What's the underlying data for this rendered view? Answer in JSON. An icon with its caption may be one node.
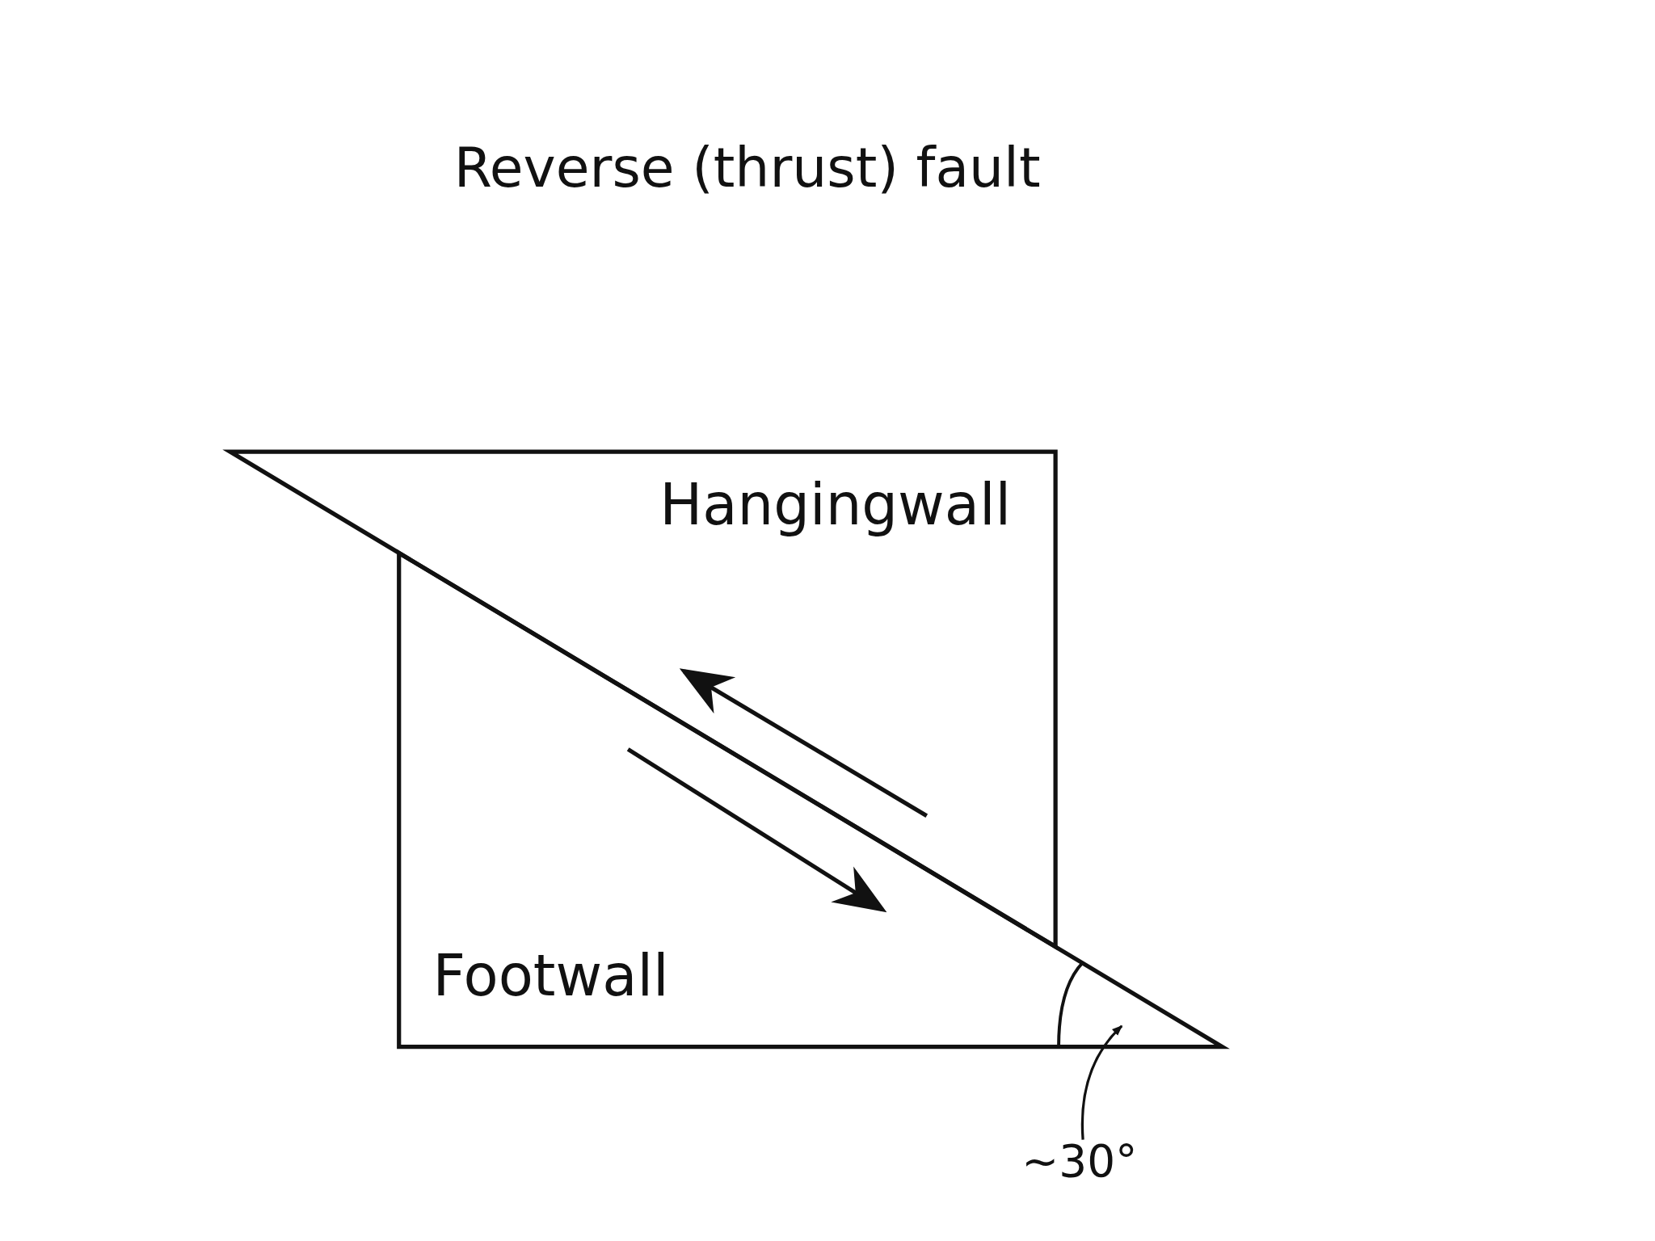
{
  "diagram": {
    "title": "Reverse (thrust) fault",
    "nodes": [
      {
        "text": [
          "Hangingwall"
        ]
      },
      {
        "text": [
          "Footwall"
        ]
      },
      {
        "text": [
          "~30°"
        ]
      },
      {
        "text": [],
        "shape": "arc",
        "in": 1
      }
    ],
    "edges": [
      {
        "from": 2,
        "to": 3,
        "arrow": "to"
      }
    ]
  }
}
